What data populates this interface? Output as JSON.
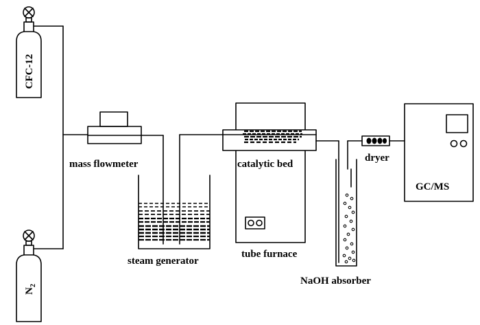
{
  "labels": {
    "cylinder_top": "CFC-12",
    "cylinder_bottom_main": "N",
    "cylinder_bottom_sub": "2",
    "mass_flowmeter": "mass flowmeter",
    "catalytic_bed": "catalytic bed",
    "steam_generator": "steam generator",
    "tube_furnace": "tube furnace",
    "naoh_absorber": "NaOH absorber",
    "dryer": "dryer",
    "gc_ms": "GC/MS"
  },
  "colors": {
    "line": "#000000",
    "background": "#ffffff"
  }
}
